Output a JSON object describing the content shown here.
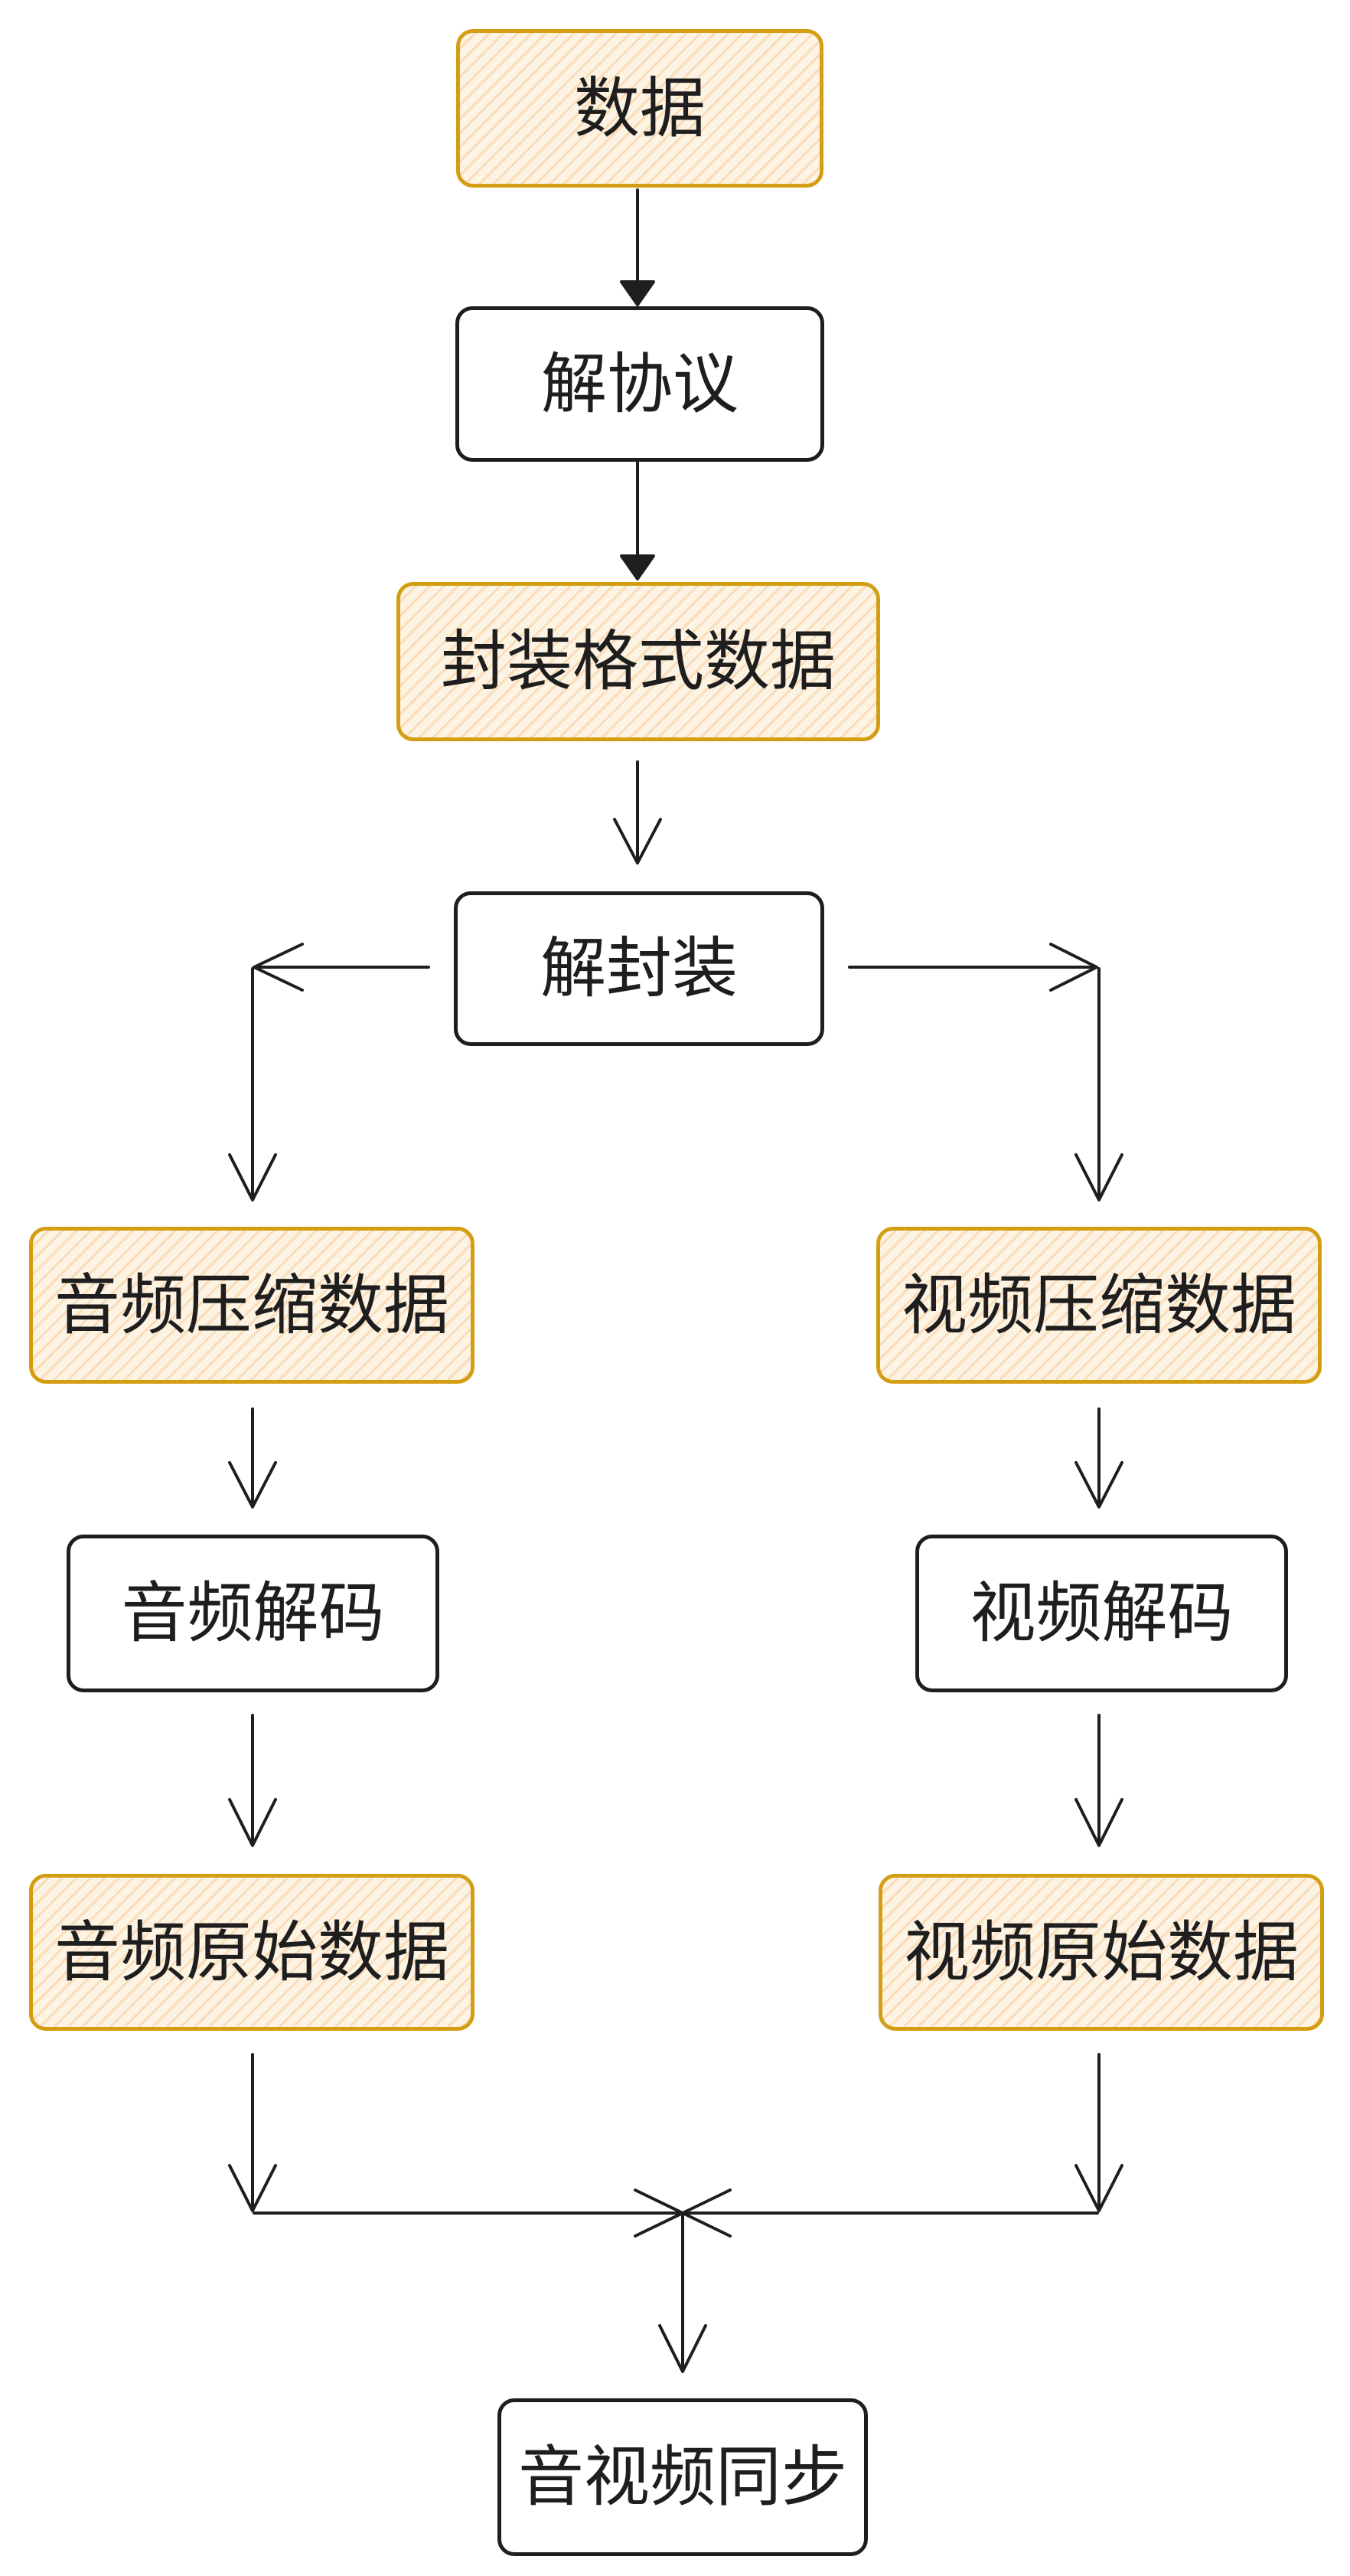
{
  "colors": {
    "data_stroke": "#d39e13",
    "data_fill": "#fdf3e3",
    "process_stroke": "#1e1e1e",
    "arrow": "#1e1e1e"
  },
  "nodes": {
    "data": "数据",
    "unprotocol": "解协议",
    "container_data": "封装格式数据",
    "demux": "解封装",
    "audio_compressed": "音频压缩数据",
    "video_compressed": "视频压缩数据",
    "audio_decode": "音频解码",
    "video_decode": "视频解码",
    "audio_raw": "音频原始数据",
    "video_raw": "视频原始数据",
    "av_sync": "音视频同步"
  }
}
